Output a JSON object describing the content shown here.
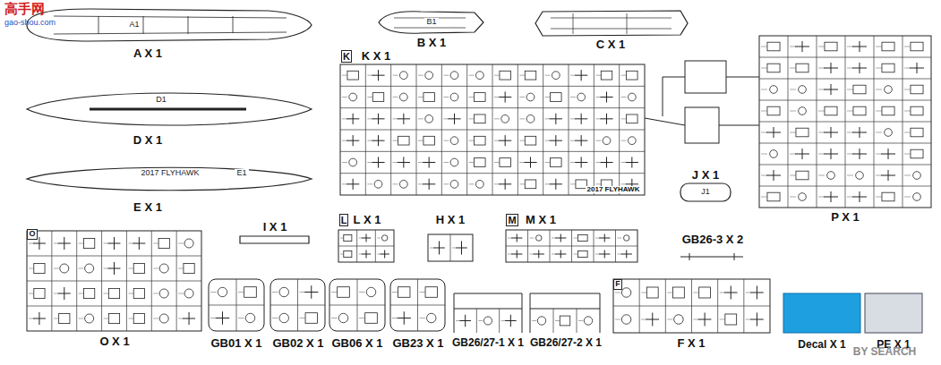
{
  "diagram": {
    "labels": [
      "高手网",
      "gao-shou.com",
      "A1",
      "A X 1",
      "B1",
      "B X 1",
      "C X 1",
      "D1",
      "D X 1",
      "2017 FLYHAWK",
      "E1",
      "E X 1",
      "K",
      "K X 1",
      "2017 FLYHAWK",
      "P X 1",
      "J X 1",
      "J1",
      "I X 1",
      "L",
      "L X 1",
      "H X 1",
      "M",
      "M X 1",
      "GB26-3 X 2",
      "O",
      "O X 1",
      "GB01 X 1",
      "GB02 X 1",
      "GB06 X 1",
      "GB23 X 1",
      "GB26/27-1 X 1",
      "GB26/27-2 X 1",
      "F",
      "F X 1",
      "Decal X 1",
      "PE X 1",
      "BY SEARCH"
    ]
  }
}
